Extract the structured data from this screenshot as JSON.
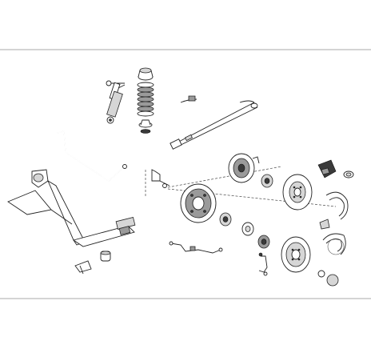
{
  "diagram": {
    "parts": [
      {
        "id": "shock-absorber",
        "icon": "shock-absorber-icon"
      },
      {
        "id": "coil-spring",
        "icon": "coil-spring-icon"
      },
      {
        "id": "brake-cables",
        "icon": "brake-cable-icon"
      },
      {
        "id": "stabilizer-bar",
        "icon": "stabilizer-bar-icon"
      },
      {
        "id": "rear-axle-beam",
        "icon": "axle-beam-icon"
      },
      {
        "id": "brake-backing-plate",
        "icon": "backing-plate-icon"
      },
      {
        "id": "wheel-bearing",
        "icon": "bearing-icon"
      },
      {
        "id": "brake-disc",
        "icon": "brake-disc-icon"
      },
      {
        "id": "brake-caliper",
        "icon": "caliper-icon"
      },
      {
        "id": "brake-shoes",
        "icon": "brake-shoe-icon"
      },
      {
        "id": "brake-drum",
        "icon": "brake-drum-icon"
      },
      {
        "id": "abs-sensor",
        "icon": "sensor-icon"
      },
      {
        "id": "brake-hose",
        "icon": "hose-icon"
      }
    ]
  }
}
